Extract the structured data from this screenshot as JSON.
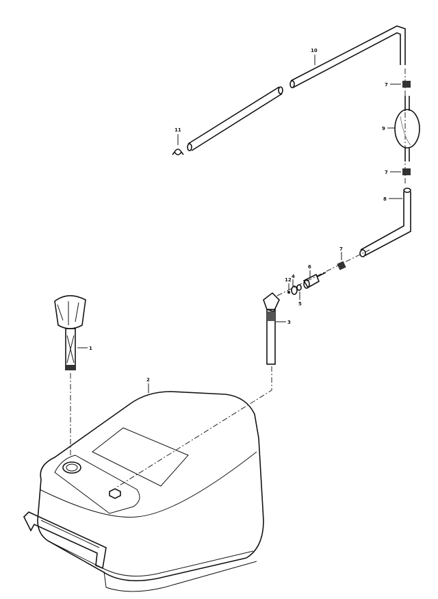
{
  "diagram": {
    "title": "Fuel tank and fuel line assembly exploded view",
    "callouts": {
      "p1": "1",
      "p2": "2",
      "p3": "3",
      "p4": "4",
      "p5": "5",
      "p6": "6",
      "p7a": "7",
      "p7b": "7",
      "p7c": "7",
      "p8": "8",
      "p9": "9",
      "p10": "10",
      "p11": "11",
      "p12": "12"
    }
  }
}
